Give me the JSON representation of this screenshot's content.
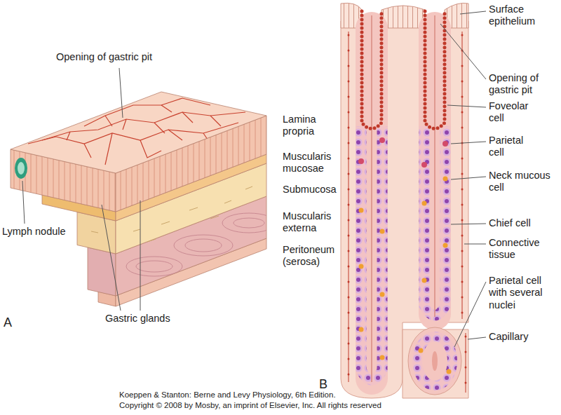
{
  "diagram": {
    "labels": [
      "Opening of gastric pit",
      "Lamina propria",
      "Muscularis mucosae",
      "Submucosa",
      "Muscularis externa",
      "Peritoneum (serosa)",
      "Lymph nodule",
      "Gastric glands",
      "A",
      "Surface epithelium",
      "Opening of gastric pit",
      "Foveolar cell",
      "Parietal cell",
      "Neck mucous cell",
      "Chief cell",
      "Connective tissue",
      "Parietal cell with several nuclei",
      "Capillary",
      "B",
      "Koeppen & Stanton: Berne and Levy Physiology, 6th Edition.",
      "Copyright © 2008 by Mosby, an imprint of Elsevier, Inc. All rights reserved"
    ]
  }
}
